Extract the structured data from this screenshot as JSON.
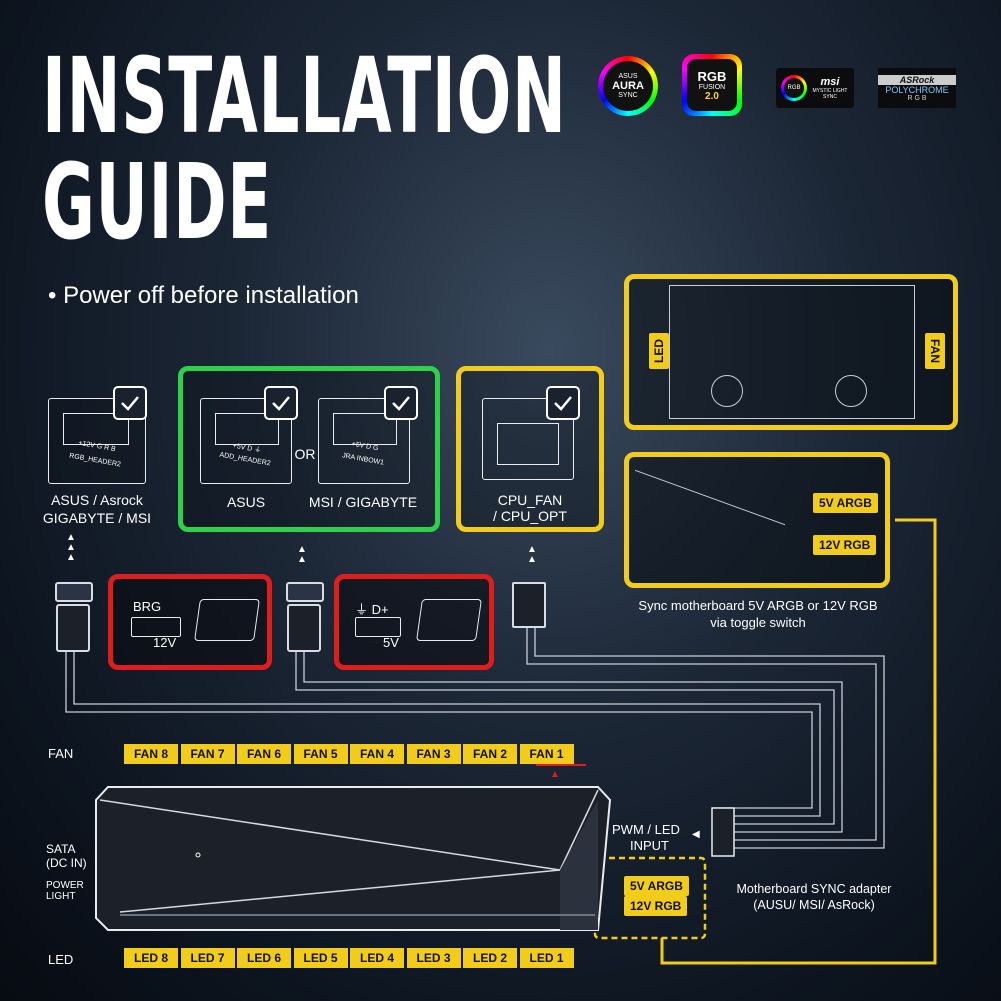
{
  "title": {
    "line1": "INSTALLATION",
    "line2": "GUIDE"
  },
  "bullet": "• Power off before installation",
  "logos": {
    "aura": {
      "l1": "ASUS",
      "l2": "AURA",
      "l3": "SYNC"
    },
    "rgbfusion": {
      "l1": "RGB",
      "l2": "FUSION",
      "l3": "2.0"
    },
    "msi": {
      "l1": "RGB",
      "l2": "msi",
      "l3": "MYSTIC LIGHT SYNC"
    },
    "asrock": {
      "l1": "ASRock",
      "l2": "POLYCHROME",
      "l3": "R G B"
    }
  },
  "headers": {
    "rgb_header": {
      "pins": "+12V G R B",
      "name": "RGB_HEADER2",
      "caption1": "ASUS / Asrock",
      "caption2": "GIGABYTE / MSI"
    },
    "asus": {
      "pins": "+5V D  ⏚",
      "name": "ADD_HEADER2",
      "caption": "ASUS"
    },
    "or": "OR",
    "msi": {
      "pins": "+5V D  G",
      "name": "JRA INBOW1",
      "caption": "MSI / GIGABYTE"
    },
    "cpu": {
      "caption1": "CPU_FAN",
      "caption2": "/ CPU_OPT"
    }
  },
  "connectors": {
    "brg": {
      "label": "BRG",
      "voltage": "12V"
    },
    "d5v": {
      "label": "⏚ D+",
      "voltage": "5V"
    }
  },
  "top_right": {
    "led": "LED",
    "fan": "FAN"
  },
  "switch_box": {
    "argb": "5V ARGB",
    "rgb": "12V RGB",
    "caption1": "Sync motherboard 5V ARGB or 12V RGB",
    "caption2": "via toggle switch"
  },
  "hub": {
    "fan_label": "FAN",
    "fans": [
      "FAN 8",
      "FAN 7",
      "FAN 6",
      "FAN 5",
      "FAN 4",
      "FAN 3",
      "FAN 2",
      "FAN 1"
    ],
    "sata": "SATA\n(DC IN)",
    "power": "POWER\nLIGHT",
    "led_label": "LED",
    "leds": [
      "LED 8",
      "LED 7",
      "LED 6",
      "LED 5",
      "LED 4",
      "LED 3",
      "LED 2",
      "LED 1"
    ],
    "pwm1": "PWM / LED",
    "pwm2": "INPUT",
    "argb": "5V ARGB",
    "rgb": "12V RGB",
    "adapter1": "Motherboard SYNC adapter",
    "adapter2": "(AUSU/ MSI/ AsRock)"
  },
  "colors": {
    "yellow": "#f2cc1a",
    "green": "#2ed14a",
    "red": "#e01d1d"
  }
}
